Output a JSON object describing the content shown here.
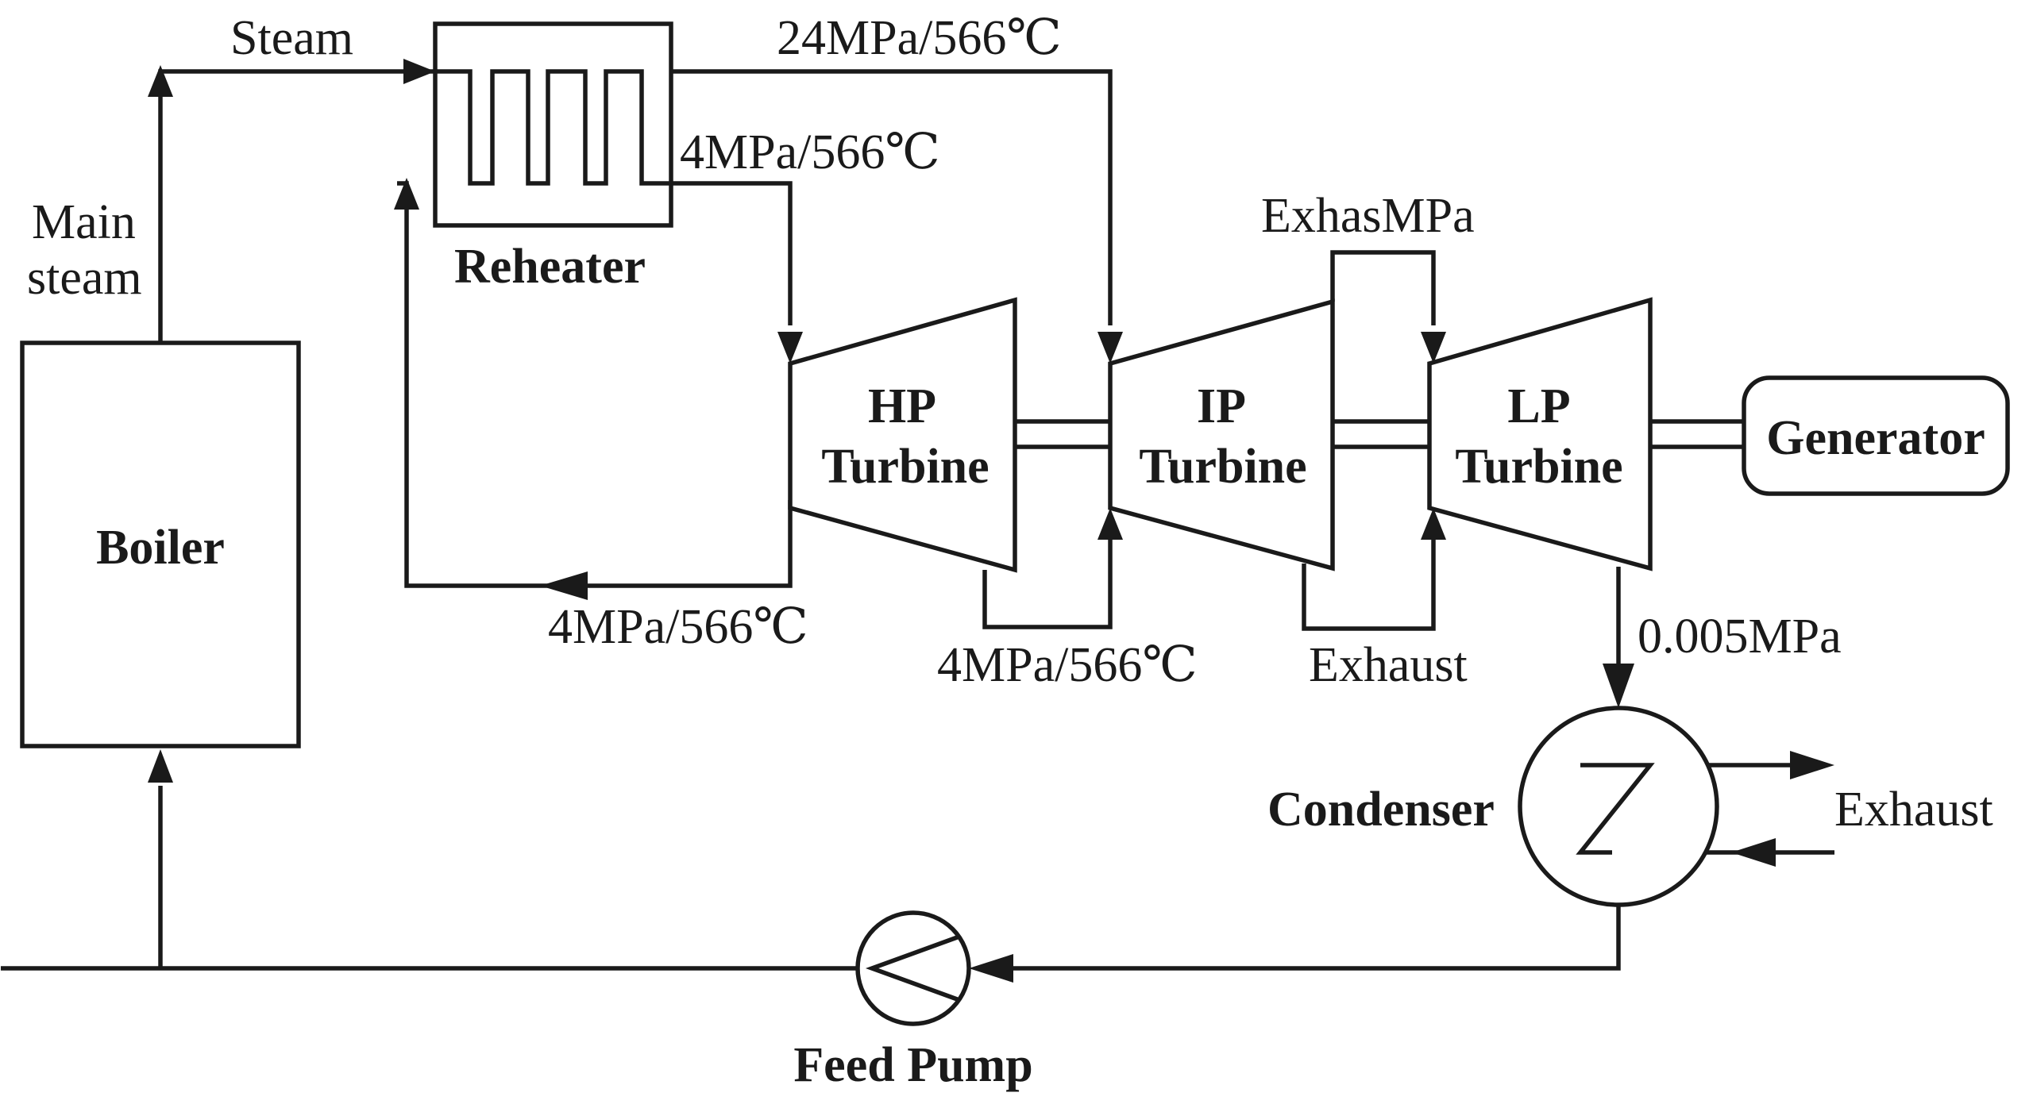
{
  "components": {
    "boiler": "Boiler",
    "reheater": "Reheater",
    "hp_turbine": [
      "HP",
      "Turbine"
    ],
    "ip_turbine": [
      "IP",
      "Turbine"
    ],
    "lp_turbine": [
      "LP",
      "Turbine"
    ],
    "generator": "Generator",
    "condenser": "Condenser",
    "feed_pump": "Feed Pump"
  },
  "flow_labels": {
    "steam": "Steam",
    "main_steam": [
      "Main",
      "steam"
    ],
    "main_steam_conditions": "24MPa/566℃",
    "reheater_outlet": "4MPa/566℃",
    "hp_exhaust_return": "4MPa/566℃",
    "hp_ip_crossover": "4MPa/566℃",
    "ip_lp_crossover_top": "ExhasMPa",
    "ip_lp_crossover_bottom": "Exhaust",
    "lp_exhaust_pressure": "0.005MPa",
    "cooling_water": "Exhaust"
  }
}
